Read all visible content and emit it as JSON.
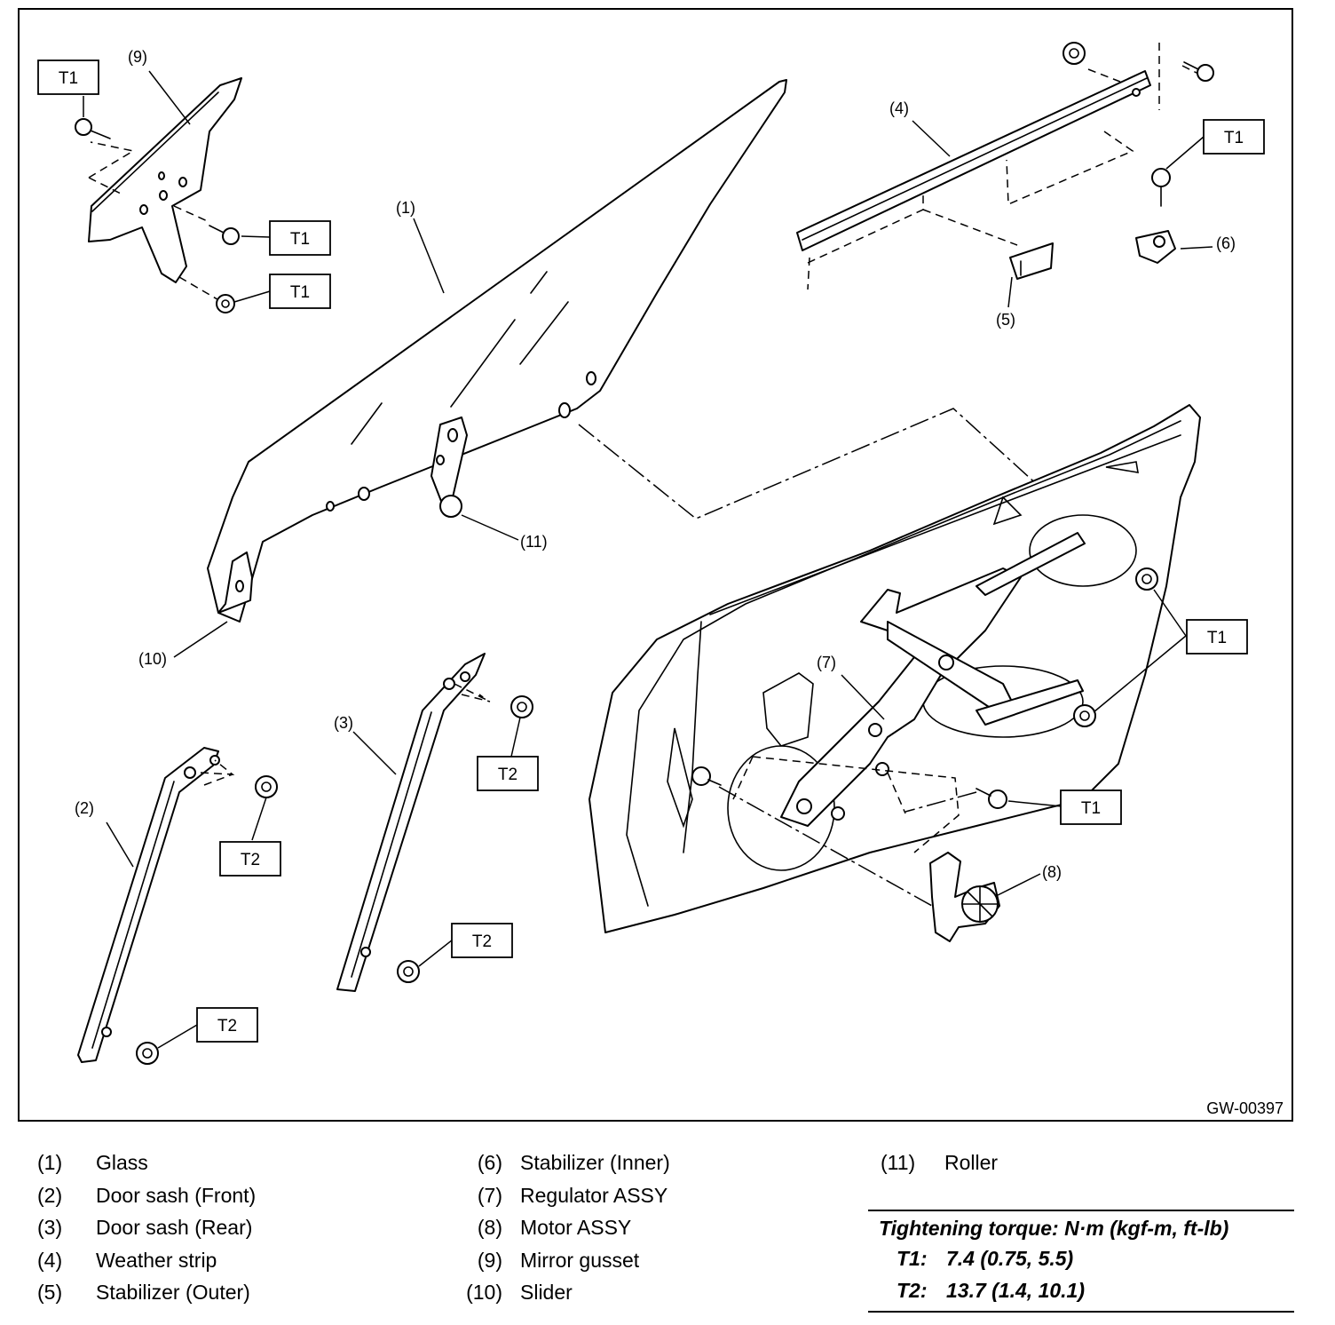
{
  "figure": {
    "code": "GW-00397",
    "callouts": [
      "(1)",
      "(2)",
      "(3)",
      "(4)",
      "(5)",
      "(6)",
      "(7)",
      "(8)",
      "(9)",
      "(10)",
      "(11)"
    ],
    "torque_tags": [
      "T1",
      "T2"
    ]
  },
  "legend": {
    "items": [
      {
        "num": "(1)",
        "label": "Glass"
      },
      {
        "num": "(2)",
        "label": "Door sash (Front)"
      },
      {
        "num": "(3)",
        "label": "Door sash (Rear)"
      },
      {
        "num": "(4)",
        "label": "Weather strip"
      },
      {
        "num": "(5)",
        "label": "Stabilizer (Outer)"
      },
      {
        "num": "(6)",
        "label": "Stabilizer (Inner)"
      },
      {
        "num": "(7)",
        "label": "Regulator ASSY"
      },
      {
        "num": "(8)",
        "label": "Motor ASSY"
      },
      {
        "num": "(9)",
        "label": "Mirror gusset"
      },
      {
        "num": "(10)",
        "label": "Slider"
      },
      {
        "num": "(11)",
        "label": "Roller"
      }
    ]
  },
  "torque": {
    "title": "Tightening torque: N·m (kgf-m, ft-lb)",
    "rows": [
      {
        "key": "T1:",
        "value": "7.4 (0.75, 5.5)"
      },
      {
        "key": "T2:",
        "value": "13.7 (1.4, 10.1)"
      }
    ]
  }
}
